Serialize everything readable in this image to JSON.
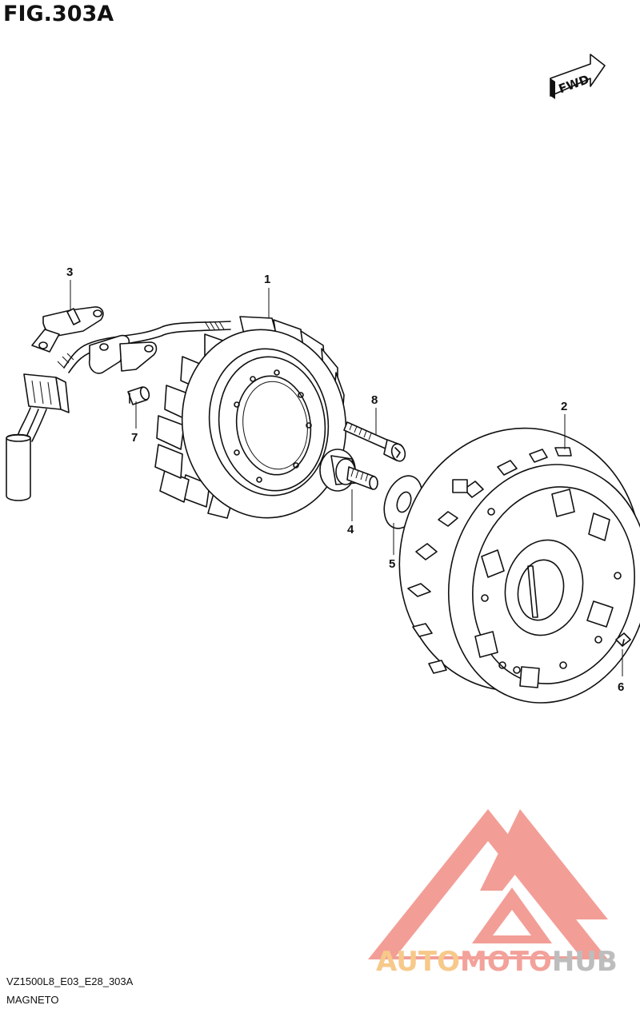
{
  "figure": {
    "title": "FIG.303A",
    "fwd_label": "FWD"
  },
  "callouts": [
    {
      "id": "1",
      "label": "1"
    },
    {
      "id": "2",
      "label": "2"
    },
    {
      "id": "3",
      "label": "3"
    },
    {
      "id": "4",
      "label": "4"
    },
    {
      "id": "5",
      "label": "5"
    },
    {
      "id": "6",
      "label": "6"
    },
    {
      "id": "7",
      "label": "7"
    },
    {
      "id": "8",
      "label": "8"
    }
  ],
  "footer": {
    "code": "VZ1500L8_E03_E28_303A",
    "name": "MAGNETO"
  },
  "watermark": {
    "part1": "AUTO",
    "part2": "MOTO",
    "part3": "HUB",
    "colors": {
      "part1": "#f7c98a",
      "part2": "#f2a29a",
      "part3": "#bdbdbd",
      "triangle": "#f08e86"
    }
  }
}
